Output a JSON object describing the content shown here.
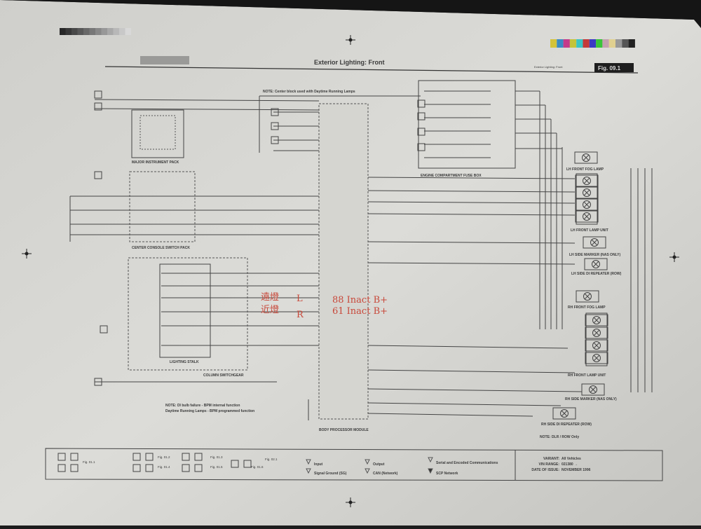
{
  "header": {
    "title": "Exterior Lighting: Front",
    "subtitle": "Exterior Lighting: Front",
    "figure": "Fig. 09.1"
  },
  "notes": {
    "top": "NOTE: Center block used with Daytime Running Lamps",
    "bottom_1": "NOTE: DI bulb failure - BPM internal function",
    "bottom_2": "Daytime Running Lamps - BPM programmed function",
    "repeater": "NOTE: DLR / ROW Only"
  },
  "components": {
    "instrument_pack": "MAJOR INSTRUMENT PACK",
    "console_switch": "CENTER CONSOLE SWITCH PACK",
    "lighting_stalk": "LIGHTING STALK",
    "column_switchgear": "COLUMN SWITCHGEAR",
    "body_processor": "BODY PROCESSOR MODULE",
    "fuse_box": "ENGINE COMPARTMENT FUSE BOX",
    "lh_fog": "LH FRONT FOG LAMP",
    "lh_lamp_unit": "LH FRONT LAMP UNIT",
    "lh_side_marker": "LH SIDE MARKER (NAS ONLY)",
    "lh_di_repeater": "LH SIDE DI REPEATER (ROW)",
    "rh_fog": "RH FRONT FOG LAMP",
    "rh_lamp_unit": "RH FRONT LAMP UNIT",
    "rh_side_marker": "RH SIDE MARKER (NAS ONLY)",
    "rh_di_repeater": "RH SIDE DI REPEATER (ROW)"
  },
  "annotations": {
    "line1_chars": "遠燈",
    "line2_chars": "近燈",
    "left": "L",
    "right": "R",
    "note1": "88 Inact B+",
    "note2": "61 Inact B+"
  },
  "legend": {
    "refs": [
      "Fig. 01.1",
      "Fig. 01.2",
      "Fig. 01.3",
      "Fig. 01.4",
      "Fig. 01.5",
      "Fig. 01.6",
      "Fig. 02.1"
    ],
    "input": "Input",
    "output": "Output",
    "serial": "Serial and Encoded Communications",
    "signal_ground": "Signal Ground (SG)",
    "can": "CAN (Network)",
    "scp": "SCP Network",
    "variant_label": "VARIANT:",
    "variant": "All Vehicles",
    "vin_label": "VIN RANGE:",
    "vin": "021380 →",
    "date_label": "DATE OF ISSUE:",
    "date": "NOVEMBER 1996"
  },
  "colors": {
    "paper": "#d9d9d4",
    "ink": "#3a3a3a",
    "annotation": "#c8483a"
  }
}
